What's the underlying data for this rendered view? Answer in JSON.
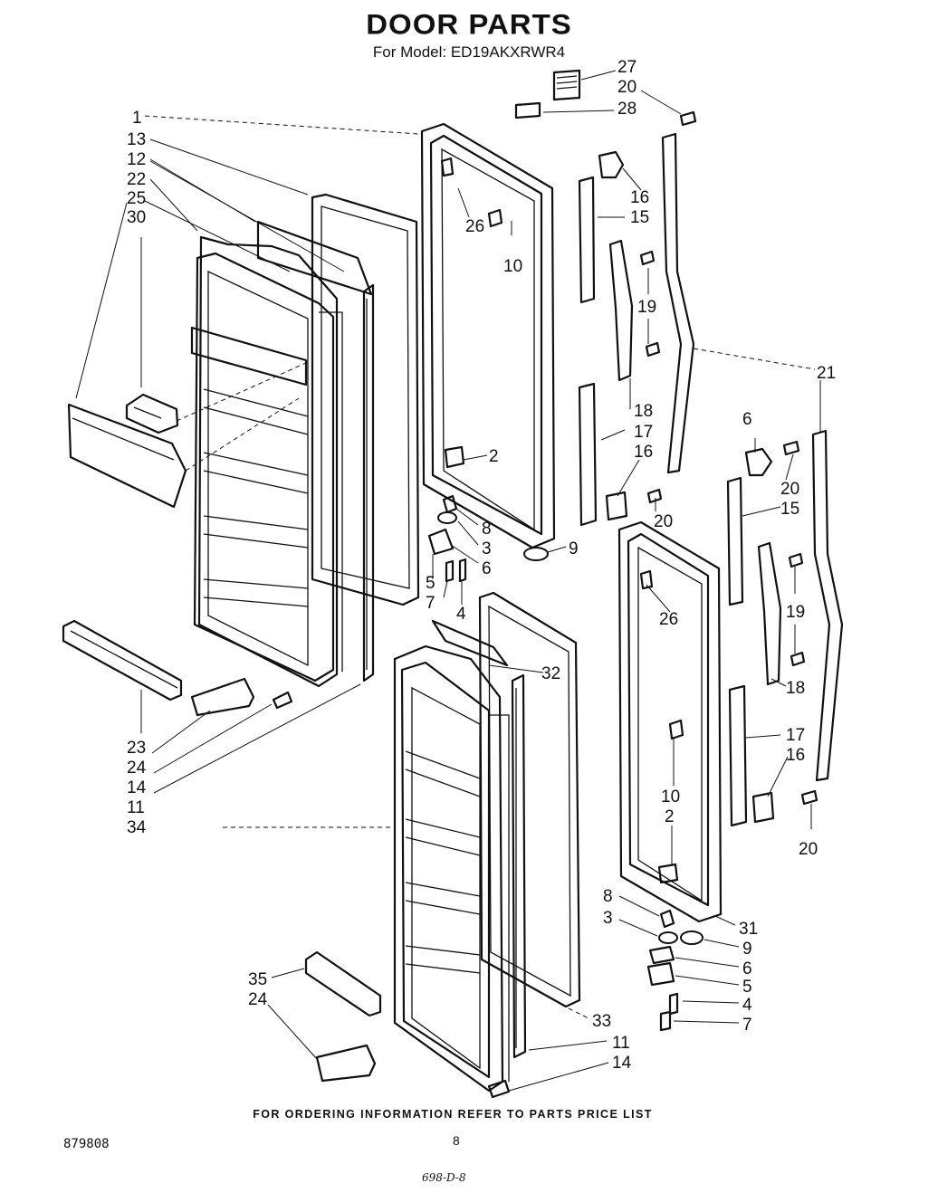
{
  "header": {
    "title": "DOOR PARTS",
    "model_line": "For Model: ED19AKXRWR4"
  },
  "callouts": {
    "c1": "1",
    "c13": "13",
    "c12": "12",
    "c22": "22",
    "c25": "25",
    "c30": "30",
    "c27": "27",
    "c20a": "20",
    "c28": "28",
    "c16a": "16",
    "c15a": "15",
    "c26a": "26",
    "c10a": "10",
    "c19a": "19",
    "c21": "21",
    "c18a": "18",
    "c17a": "17",
    "c16b": "16",
    "c20b": "20",
    "c2a": "2",
    "c8a": "8",
    "c3a": "3",
    "c6a": "6",
    "c9a": "9",
    "c5a": "5",
    "c7a": "7",
    "c4a": "4",
    "c6b": "6",
    "c20c": "20",
    "c15b": "15",
    "c26b": "26",
    "c19b": "19",
    "c32": "32",
    "c18b": "18",
    "c17b": "17",
    "c16c": "16",
    "c10b": "10",
    "c2b": "2",
    "c20d": "20",
    "c23": "23",
    "c24a": "24",
    "c14a": "14",
    "c11a": "11",
    "c34": "34",
    "c8b": "8",
    "c3b": "3",
    "c31": "31",
    "c9b": "9",
    "c6c": "6",
    "c5b": "5",
    "c4b": "4",
    "c7b": "7",
    "c35": "35",
    "c24b": "24",
    "c33": "33",
    "c11b": "11",
    "c14b": "14"
  },
  "footer": {
    "ordering_note": "FOR ORDERING INFORMATION REFER TO PARTS PRICE LIST",
    "doc_number": "879808",
    "page_number": "8",
    "handwritten_ref": "698-D-8"
  }
}
